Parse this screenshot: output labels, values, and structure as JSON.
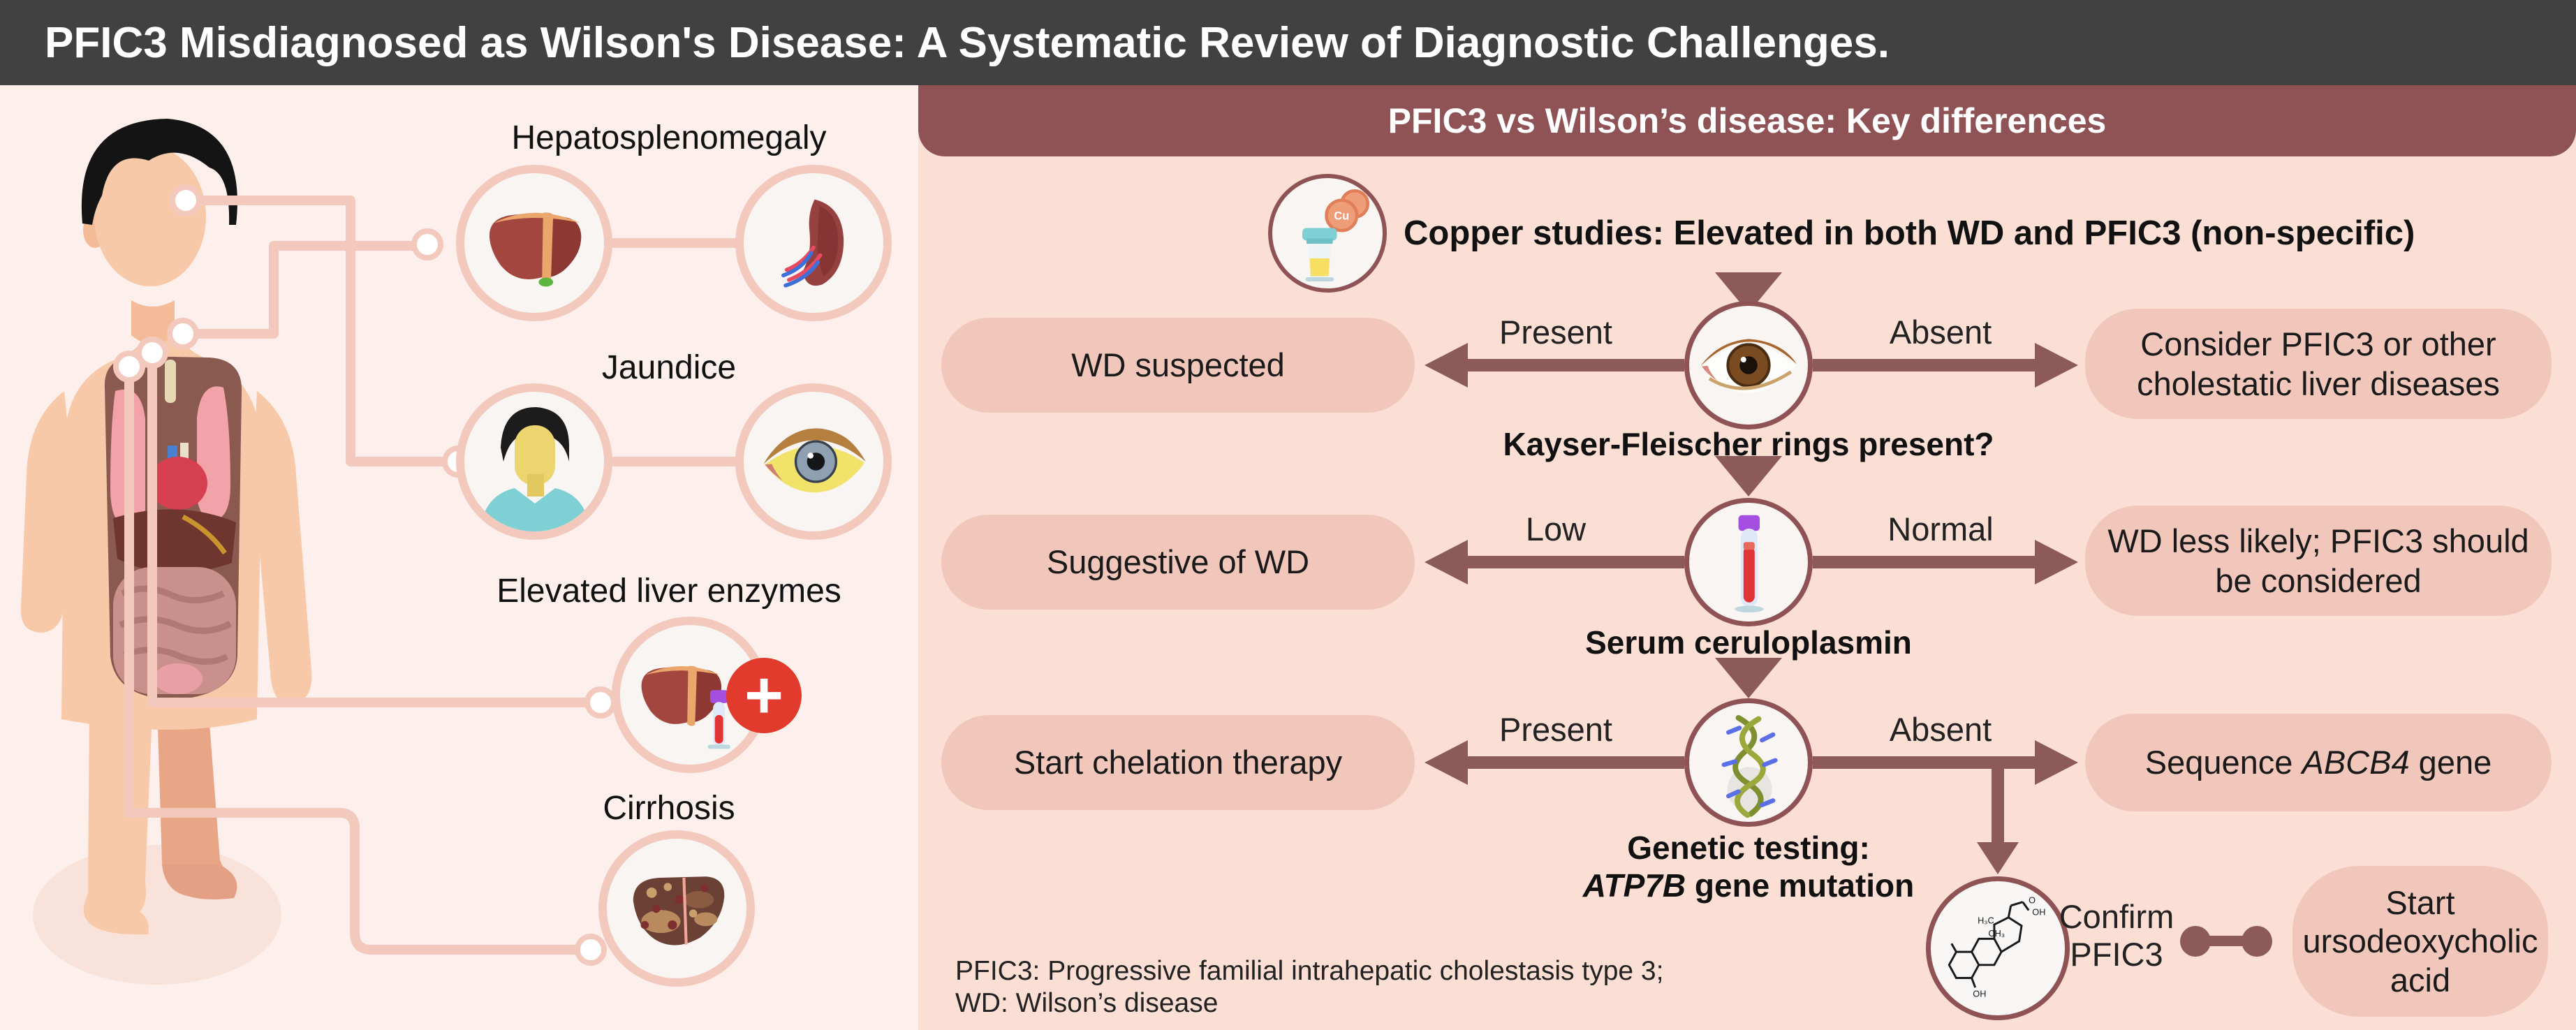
{
  "title_bar": {
    "title": "PFIC3 Misdiagnosed as Wilson's Disease: A Systematic Review of Diagnostic Challenges."
  },
  "left_panel": {
    "items": [
      {
        "label": "Hepatosplenomegaly",
        "icons": [
          "liver-icon",
          "spleen-icon"
        ]
      },
      {
        "label": "Jaundice",
        "icons": [
          "jaundiced-face-icon",
          "jaundiced-eye-icon"
        ]
      },
      {
        "label": "Elevated liver enzymes",
        "icons": [
          "liver-blood-test-icon",
          "medical-plus-icon"
        ]
      },
      {
        "label": "Cirrhosis",
        "icons": [
          "cirrhotic-liver-icon"
        ]
      }
    ],
    "plus_glyph": "+"
  },
  "right_panel": {
    "header": "PFIC3 vs Wilson’s disease: Key differences",
    "copper_note": "Copper studies: Elevated in both WD and PFIC3 (non-specific)",
    "steps": [
      {
        "question": "Kayser-Fleischer rings present?",
        "left_label": "Present",
        "left_outcome": "WD suspected",
        "right_label": "Absent",
        "right_outcome": "Consider PFIC3 or other cholestatic liver diseases",
        "icon": "eye-icon"
      },
      {
        "question": "Serum ceruloplasmin",
        "left_label": "Low",
        "left_outcome": "Suggestive of WD",
        "right_label": "Normal",
        "right_outcome": "WD less likely; PFIC3 should be considered",
        "icon": "blood-tube-icon"
      },
      {
        "question_line1": "Genetic testing:",
        "question_gene": "ATP7B",
        "question_rest": " gene mutation",
        "left_label": "Present",
        "left_outcome": "Start chelation therapy",
        "right_label": "Absent",
        "right_outcome_pre": "Sequence ",
        "right_outcome_gene": "ABCB4",
        "right_outcome_post": " gene",
        "icon": "dna-icon"
      }
    ],
    "confirm_line1": "Confirm",
    "confirm_line2": "PFIC3",
    "final_line1": "Start",
    "final_line2": "ursodeoxycholic",
    "final_line3": "acid",
    "footnote_line1": "PFIC3: Progressive familial intrahepatic cholestasis type 3;",
    "footnote_line2": "WD: Wilson’s disease"
  },
  "icons": {
    "cu_label": "Cu",
    "molecule_labels": {
      "h3c": "H₃C",
      "ch3": "CH₃",
      "o_top": "O",
      "oh_side": "OH",
      "oh_bottom": "OH"
    }
  },
  "colors": {
    "title_bar": "#414141",
    "flow_header": "#8f5356",
    "left_panel_bg": "#fdf0ec",
    "right_panel_bg": "#fcdfd4",
    "pill": "#f2c7bb",
    "arrow": "#8d5a5a",
    "connector": "#f3c9bd",
    "plus_badge": "#e23a2c"
  }
}
